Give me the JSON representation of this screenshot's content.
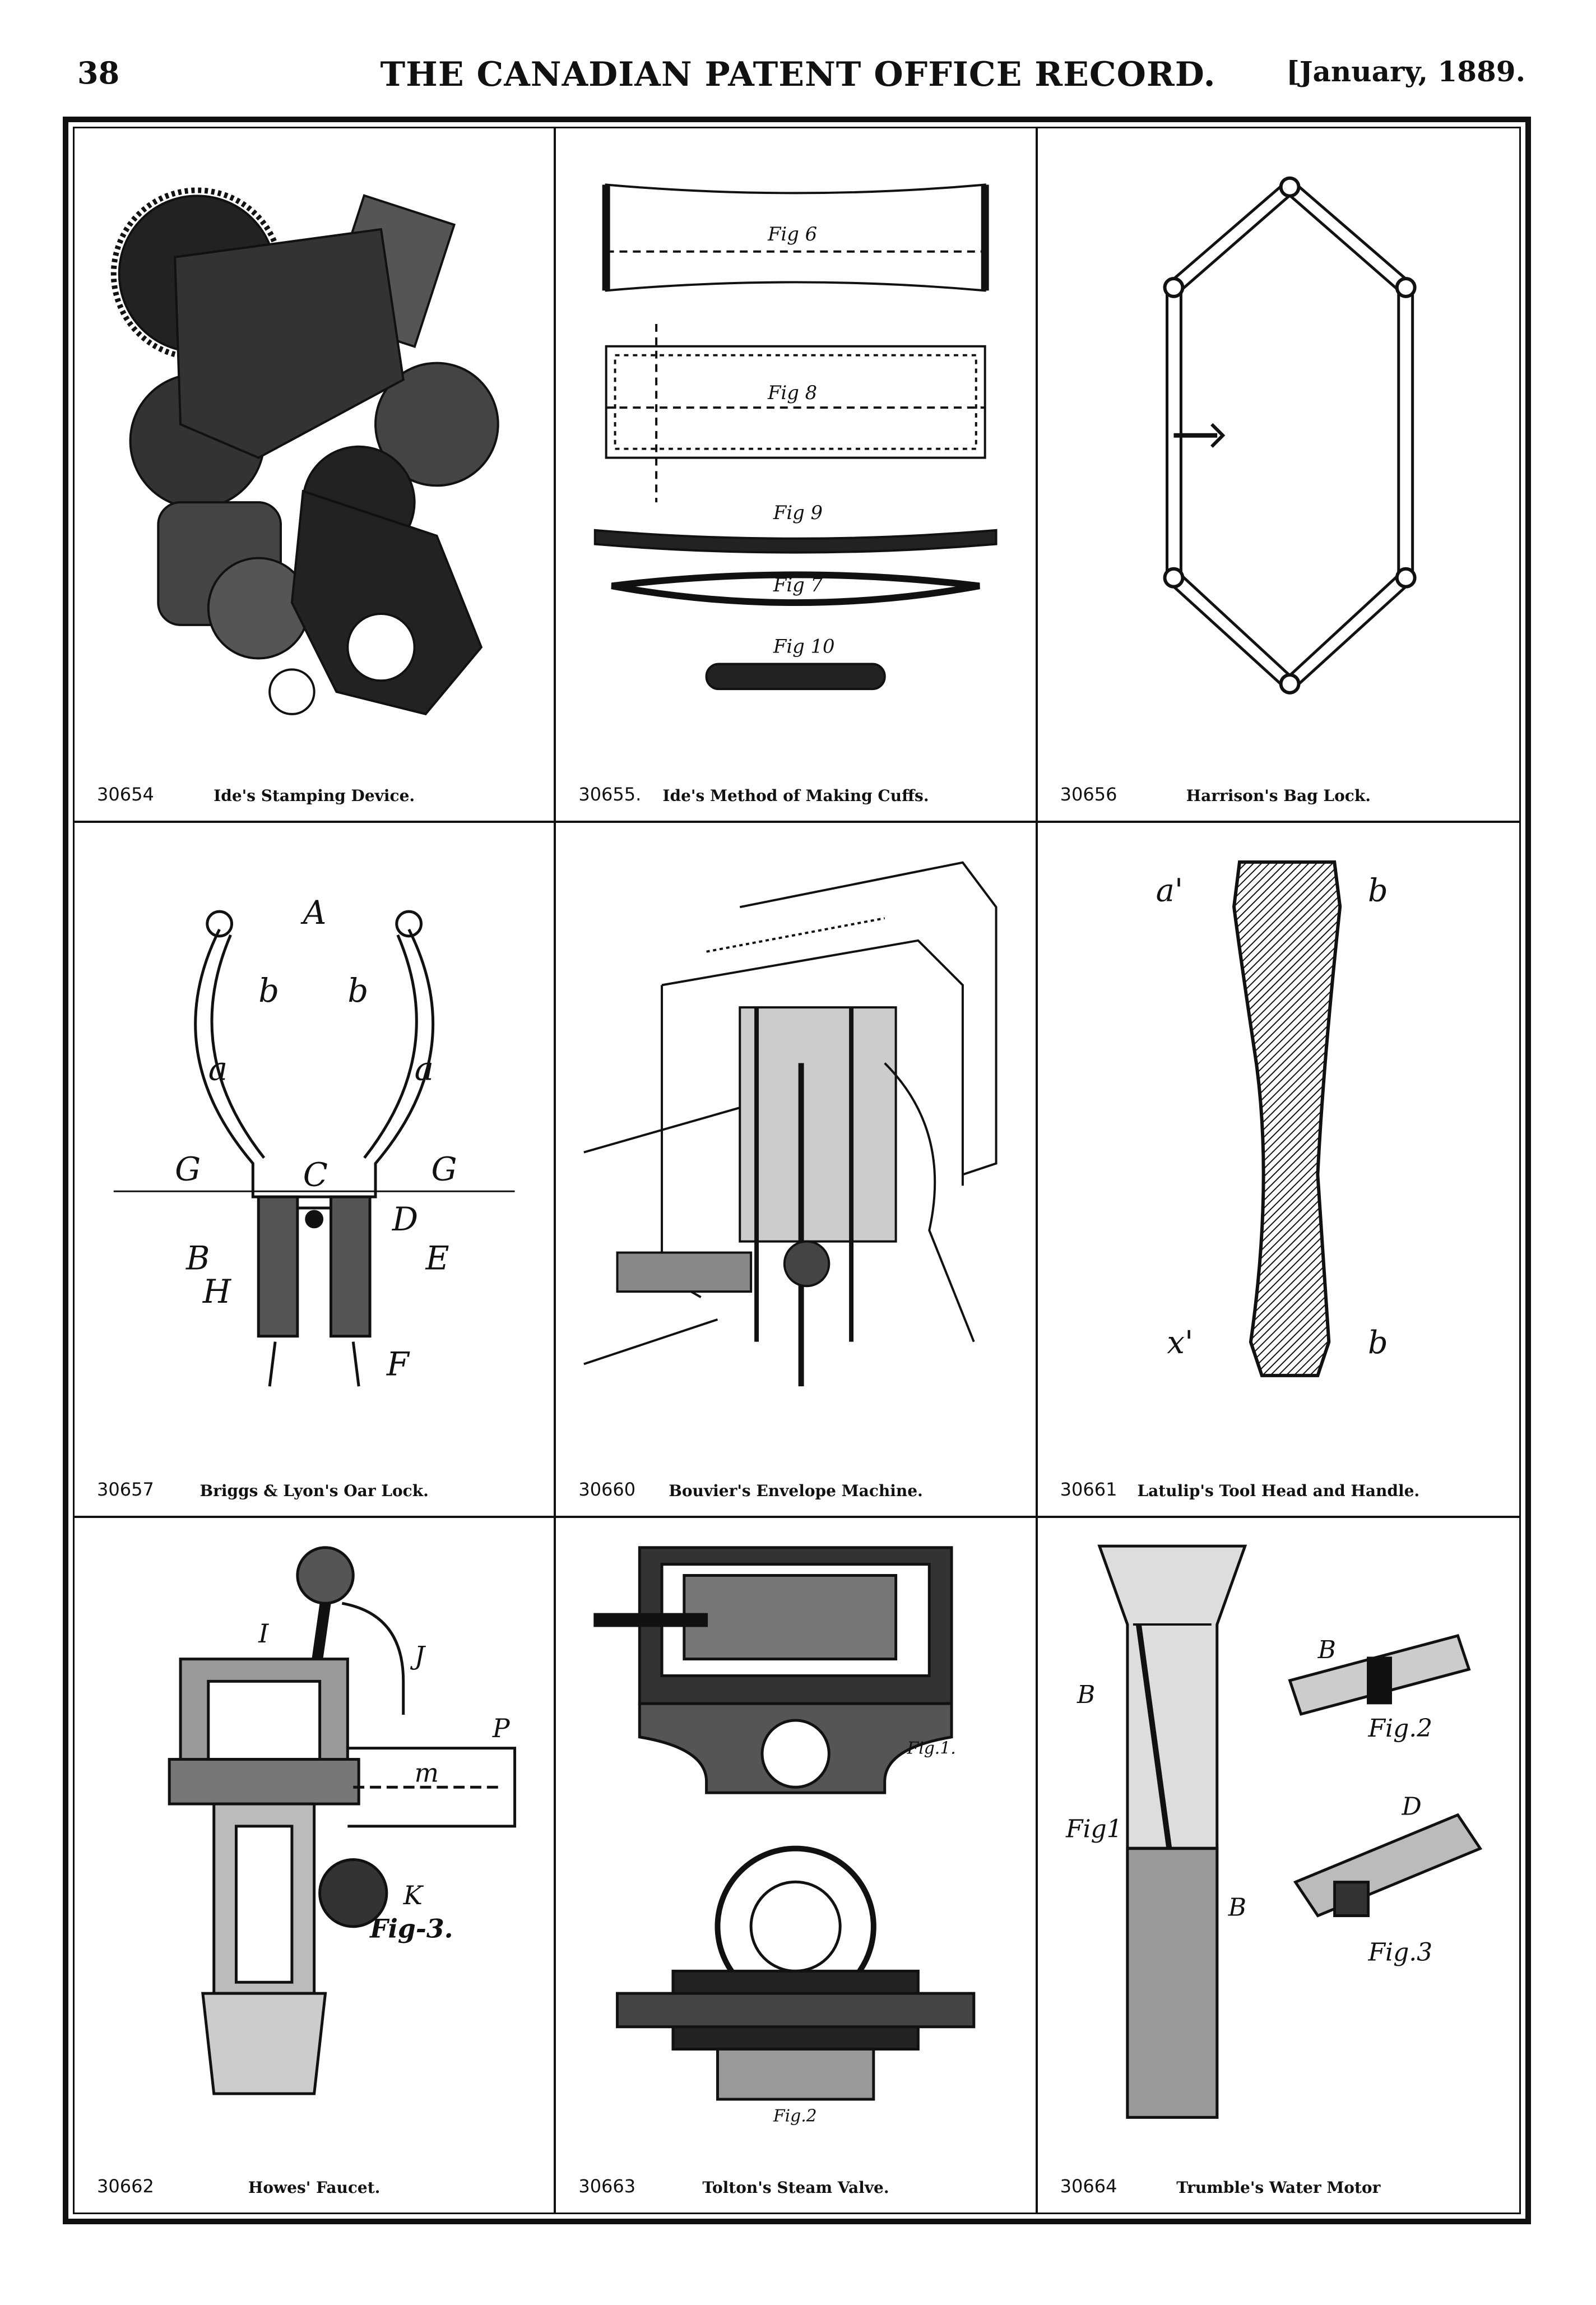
{
  "header": {
    "page_number": "38",
    "journal_title": "THE CANADIAN PATENT OFFICE RECORD.",
    "issue_date": "[January, 1889."
  },
  "patents": [
    {
      "number": "30654",
      "title": "Ide's Stamping Device.",
      "icon": "stamping-device-drawing"
    },
    {
      "number": "30655.",
      "title": "Ide's Method of Making Cuffs.",
      "icon": "cuff-method-drawing",
      "labels": {
        "fig6": "Fig 6",
        "fig8": "Fig 8",
        "fig9": "Fig 9",
        "fig7": "Fig 7",
        "fig10": "Fig 10"
      }
    },
    {
      "number": "30656",
      "title": "Harrison's Bag Lock.",
      "icon": "bag-lock-drawing"
    },
    {
      "number": "30657",
      "title": "Briggs & Lyon's Oar Lock.",
      "icon": "oar-lock-drawing",
      "labels": {
        "A": "A",
        "b": "b",
        "a": "a",
        "G": "G",
        "C": "C",
        "D": "D",
        "B": "B",
        "H": "H",
        "E": "E",
        "F": "F"
      }
    },
    {
      "number": "30660",
      "title": "Bouvier's Envelope Machine.",
      "icon": "envelope-machine-drawing"
    },
    {
      "number": "30661",
      "title": "Latulip's Tool Head and Handle.",
      "icon": "tool-handle-drawing",
      "labels": {
        "a1": "a'",
        "b": "b",
        "x1": "x'"
      }
    },
    {
      "number": "30662",
      "title": "Howes' Faucet.",
      "icon": "faucet-drawing",
      "labels": {
        "fig": "Fig-3.",
        "I": "I",
        "J": "J",
        "P": "P",
        "m": "m",
        "K": "K"
      }
    },
    {
      "number": "30663",
      "title": "Tolton's Steam Valve.",
      "icon": "steam-valve-drawing",
      "labels": {
        "fig1": "Fig.1.",
        "fig2": "Fig.2"
      }
    },
    {
      "number": "30664",
      "title": "Trumble's Water Motor",
      "icon": "water-motor-drawing",
      "labels": {
        "fig1": "Fig1",
        "fig2": "Fig.2",
        "fig3": "Fig.3",
        "B": "B",
        "D": "D"
      }
    }
  ]
}
